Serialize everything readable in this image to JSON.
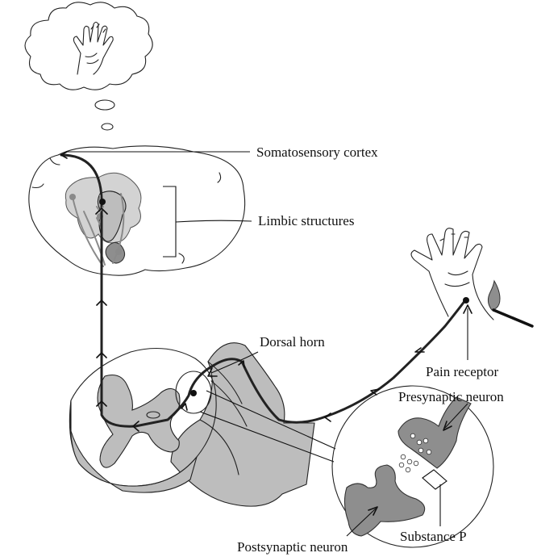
{
  "labels": {
    "somatosensory_cortex": "Somatosensory cortex",
    "limbic_structures": "Limbic structures",
    "dorsal_horn": "Dorsal horn",
    "pain_receptor": "Pain receptor",
    "presynaptic_neuron": "Presynaptic neuron",
    "postsynaptic_neuron": "Postsynaptic neuron",
    "substance_p": "Substance P"
  },
  "colors": {
    "line": "#222222",
    "shaded_tissue": "#bdbdbd",
    "neuron_fill": "#8e8e8e",
    "background": "#ffffff"
  },
  "icons": [
    "thought-bubble",
    "hand-in-thought",
    "brain-cross-section",
    "spinal-cord-section",
    "hand",
    "match-flame",
    "synapse-magnifier"
  ]
}
